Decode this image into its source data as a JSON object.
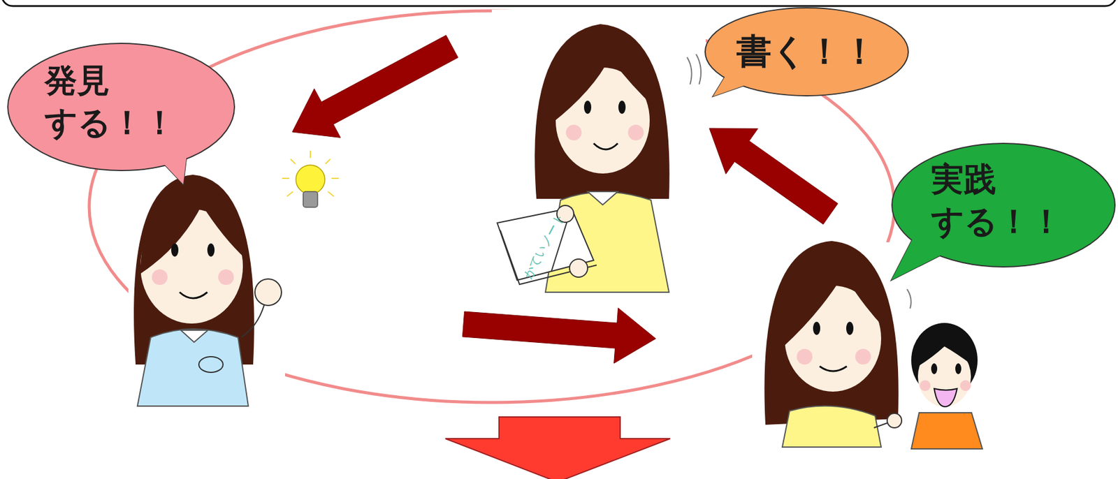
{
  "diagram": {
    "nodes": [
      {
        "text": [
          "書く！！"
        ]
      },
      {
        "text": [
          "発見 する！！"
        ]
      },
      {
        "text": [
          "実践 する！！"
        ]
      }
    ],
    "edges": [
      {
        "from": 0,
        "to": 1,
        "arrow": "to"
      },
      {
        "from": 1,
        "to": 2,
        "arrow": "to"
      },
      {
        "from": 2,
        "to": 0,
        "arrow": "to"
      }
    ],
    "labels": [
      "かていノート"
    ]
  }
}
